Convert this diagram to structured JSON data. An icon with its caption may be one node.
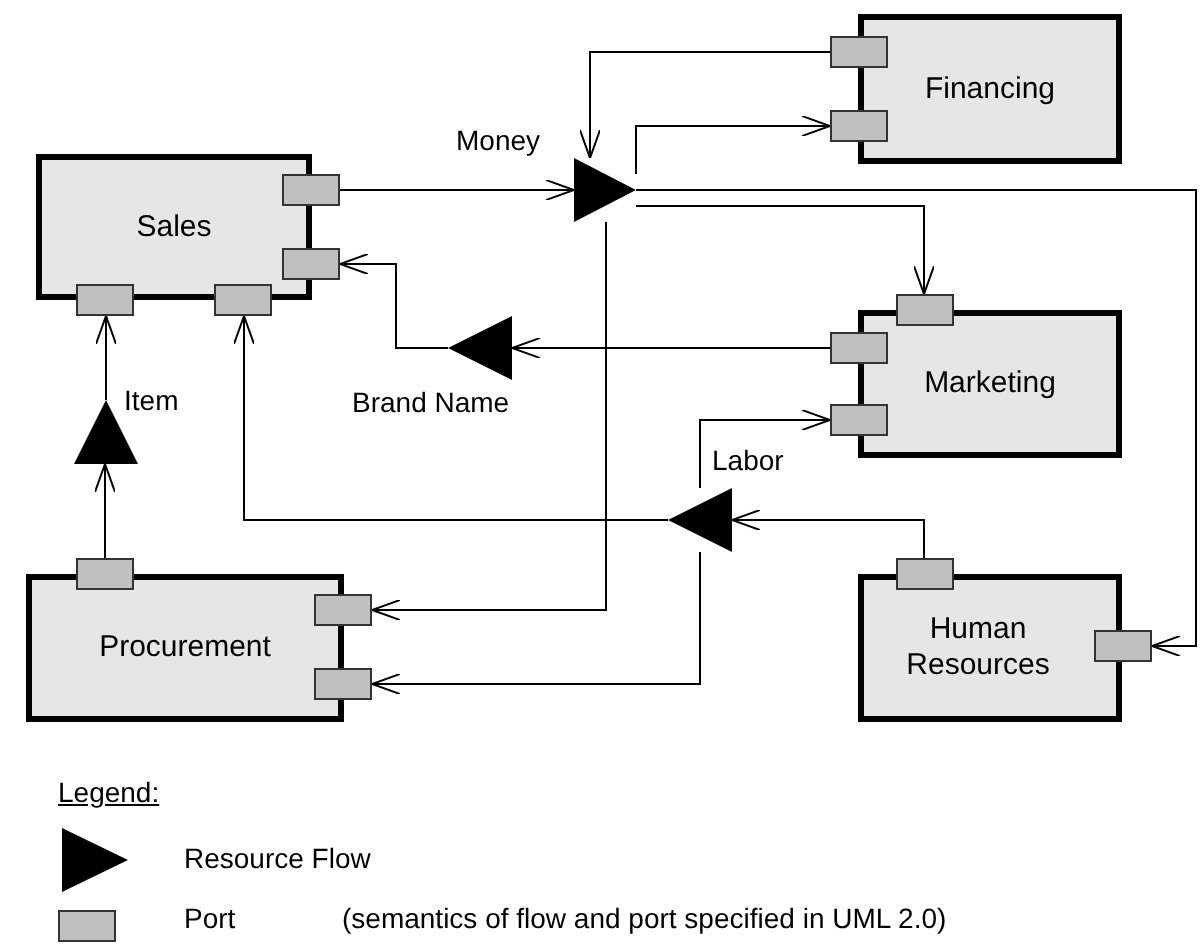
{
  "diagram": {
    "nodes": [
      {
        "text": [
          "Sales"
        ]
      },
      {
        "text": [],
        "shape": "box"
      },
      {
        "text": [],
        "shape": "box"
      },
      {
        "text": [],
        "shape": "box"
      },
      {
        "text": [],
        "shape": "box"
      },
      {
        "text": [
          "Financing"
        ]
      },
      {
        "text": [],
        "shape": "box"
      },
      {
        "text": [],
        "shape": "box"
      },
      {
        "text": [],
        "shape": "triangle",
        "beside": [
          "Money"
        ]
      },
      {
        "text": [
          "Marketing"
        ]
      },
      {
        "text": [],
        "shape": "box"
      },
      {
        "text": [],
        "shape": "box"
      },
      {
        "text": [],
        "shape": "box"
      },
      {
        "text": [],
        "shape": "triangle",
        "beside": [
          "Brand Name"
        ]
      },
      {
        "text": [],
        "shape": "triangle",
        "beside": [
          "Item"
        ]
      },
      {
        "text": [],
        "shape": "triangle",
        "beside": [
          "Labor"
        ]
      },
      {
        "text": [
          "Procurement"
        ]
      },
      {
        "text": [],
        "shape": "box"
      },
      {
        "text": [],
        "shape": "box"
      },
      {
        "text": [],
        "shape": "box"
      },
      {
        "text": [
          "Human Resources"
        ]
      },
      {
        "text": [],
        "shape": "box"
      },
      {
        "text": [],
        "shape": "box"
      }
    ],
    "edges": [
      {
        "from": 1,
        "to": 8,
        "arrow": "to"
      },
      {
        "from": 6,
        "to": 8,
        "arrow": "to"
      },
      {
        "from": 8,
        "to": 7,
        "arrow": "to"
      },
      {
        "from": 8,
        "to": 10,
        "arrow": "to"
      },
      {
        "from": 8,
        "to": 22,
        "arrow": "to"
      },
      {
        "from": 8,
        "to": 18,
        "arrow": "to"
      },
      {
        "from": 11,
        "to": 13,
        "arrow": "to"
      },
      {
        "from": 13,
        "to": 2,
        "arrow": "to"
      },
      {
        "from": 15,
        "to": 12,
        "arrow": "to"
      },
      {
        "from": 21,
        "to": 15,
        "arrow": "to"
      },
      {
        "from": 15,
        "to": 4,
        "arrow": "to"
      },
      {
        "from": 15,
        "to": 19,
        "arrow": "to"
      },
      {
        "from": 17,
        "to": 14,
        "arrow": "to"
      },
      {
        "from": 14,
        "to": 3,
        "arrow": "to"
      }
    ],
    "labels": [
      "Legend:",
      "(semantics of flow and port specified in UML 2.0)"
    ],
    "legend": [
      {
        "text": "Resource Flow"
      },
      {
        "text": "Port"
      }
    ]
  }
}
